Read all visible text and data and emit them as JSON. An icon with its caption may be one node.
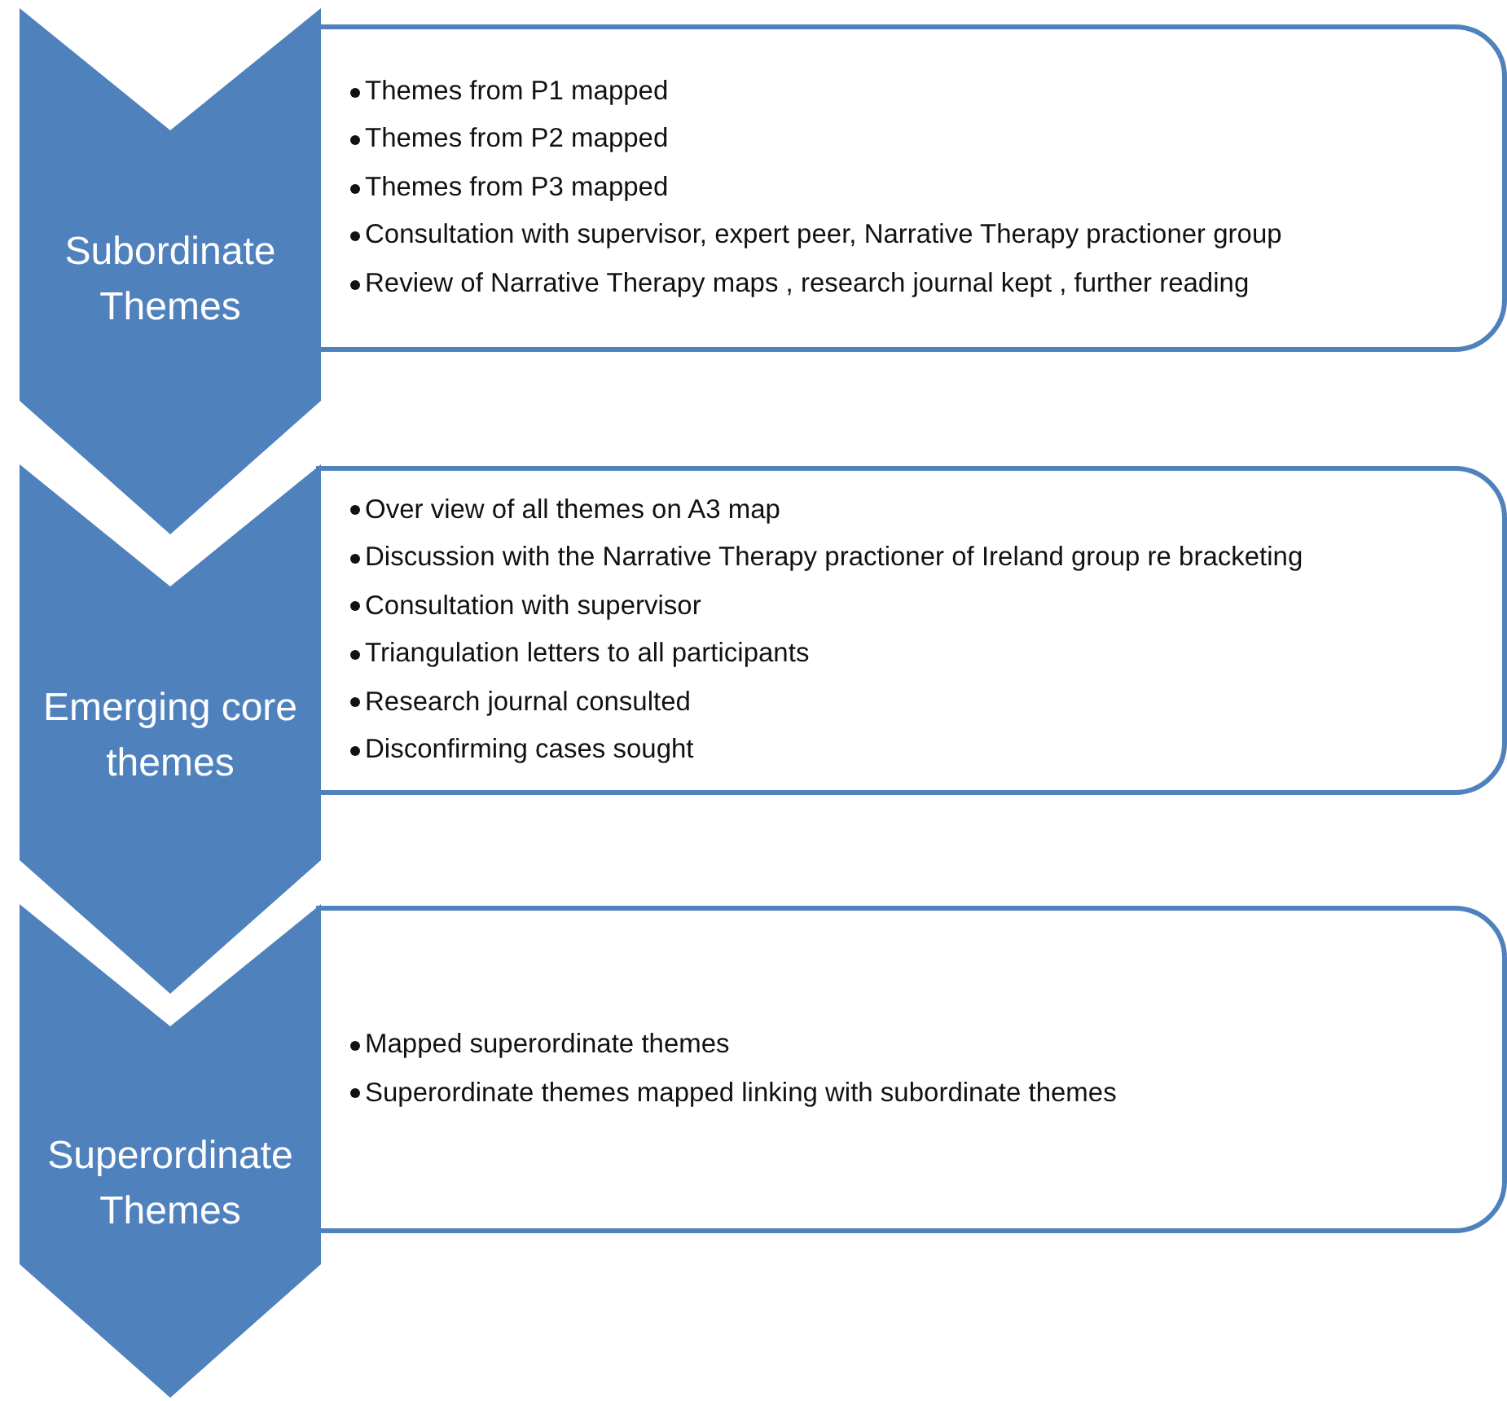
{
  "diagram": {
    "nodes": [
      {
        "text": [
          "Subordinate Themes"
        ]
      },
      {
        "text": [
          "Themes from P1 mapped",
          "Themes from P2 mapped",
          "Themes from P3 mapped",
          "Consultation with supervisor, expert peer, Narrative Therapy practioner group",
          "Review of Narrative Therapy maps , research journal kept , further reading"
        ]
      },
      {
        "text": [
          "Emerging core themes"
        ]
      },
      {
        "text": [
          "Over view of all themes on A3 map",
          "Discussion with the Narrative Therapy practioner of Ireland group re bracketing",
          "Consultation with supervisor",
          "Triangulation letters to all participants",
          "Research journal consulted",
          "Disconfirming cases sought"
        ]
      },
      {
        "text": [
          "Superordinate Themes"
        ]
      },
      {
        "text": [
          "Mapped superordinate themes",
          "Superordinate themes mapped linking with subordinate themes"
        ]
      }
    ]
  }
}
